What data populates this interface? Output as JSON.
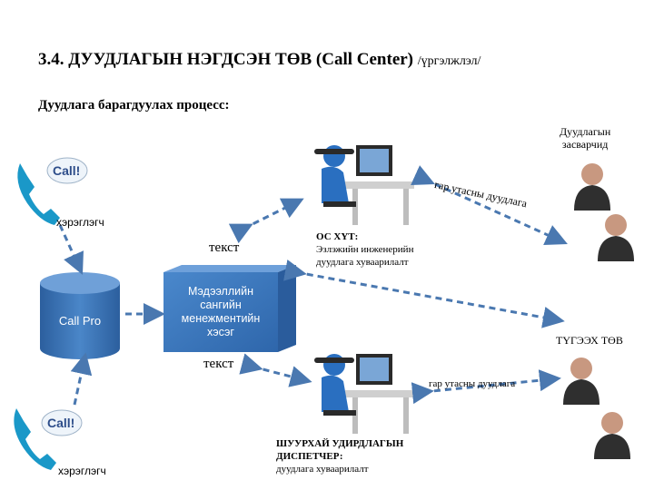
{
  "title": {
    "main": "3.4. ДУУДЛАГЫН НЭГДСЭН ТӨВ (Call Center)",
    "suffix": "/үргэлжлэл/"
  },
  "subtitle": "Дуудлага барагдуулах процесс:",
  "labels": {
    "repair_line1": "Дуудлагын",
    "repair_line2": "засварчид",
    "user_top": "хэрэглэгч",
    "user_bottom": "хэрэглэгч",
    "text_top": "текст",
    "text_bottom": "текст",
    "line_call_top": "гар утасны дуудлага",
    "line_call_bottom": "гар утасны дуудлага",
    "oc_line1": "ОС ХҮТ:",
    "oc_line2": "Эзлэжийн инженерийн",
    "oc_line3": "дуудлага хуваарилалт",
    "db_name": "Call Pro",
    "box_line1": "Мэдээллийн",
    "box_line2": "сангийн",
    "box_line3": "менежментийн",
    "box_line4": "хэсэг",
    "supply_center": "ТҮГЭЭХ ТӨВ",
    "disp_line1": "ШУУРХАЙ УДИРДЛАГЫН",
    "disp_line2": "ДИСПЕТЧЕР:",
    "disp_line3": "дуудлага хуваарилалт",
    "call_badge": "Call!"
  },
  "colors": {
    "accent": "#2d6db5",
    "box": "#3a78c0",
    "arrow": "#4a78b0",
    "phone": "#1a98c8"
  }
}
